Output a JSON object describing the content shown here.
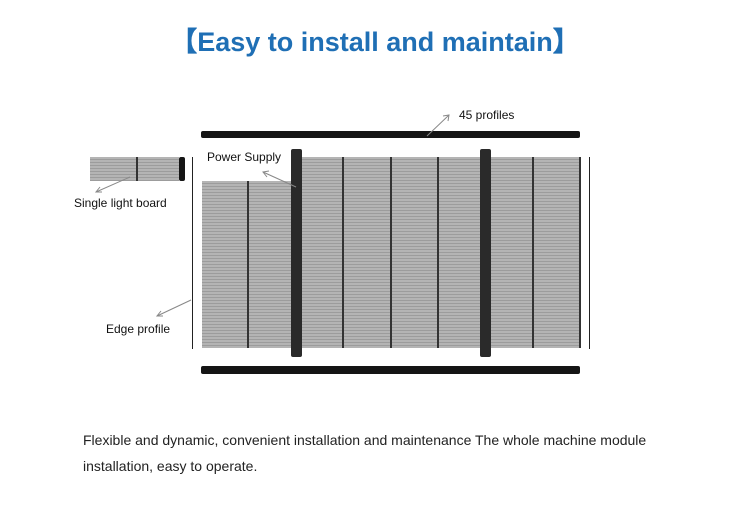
{
  "title": "【Easy to install and maintain】",
  "labels": {
    "profiles": "45 profiles",
    "power_supply": "Power Supply",
    "single_board": "Single light board",
    "edge_profile": "Edge profile"
  },
  "description": "Flexible and dynamic, convenient installation and maintenance The whole machine module installation, easy to operate.",
  "colors": {
    "title": "#1f6fb5"
  }
}
